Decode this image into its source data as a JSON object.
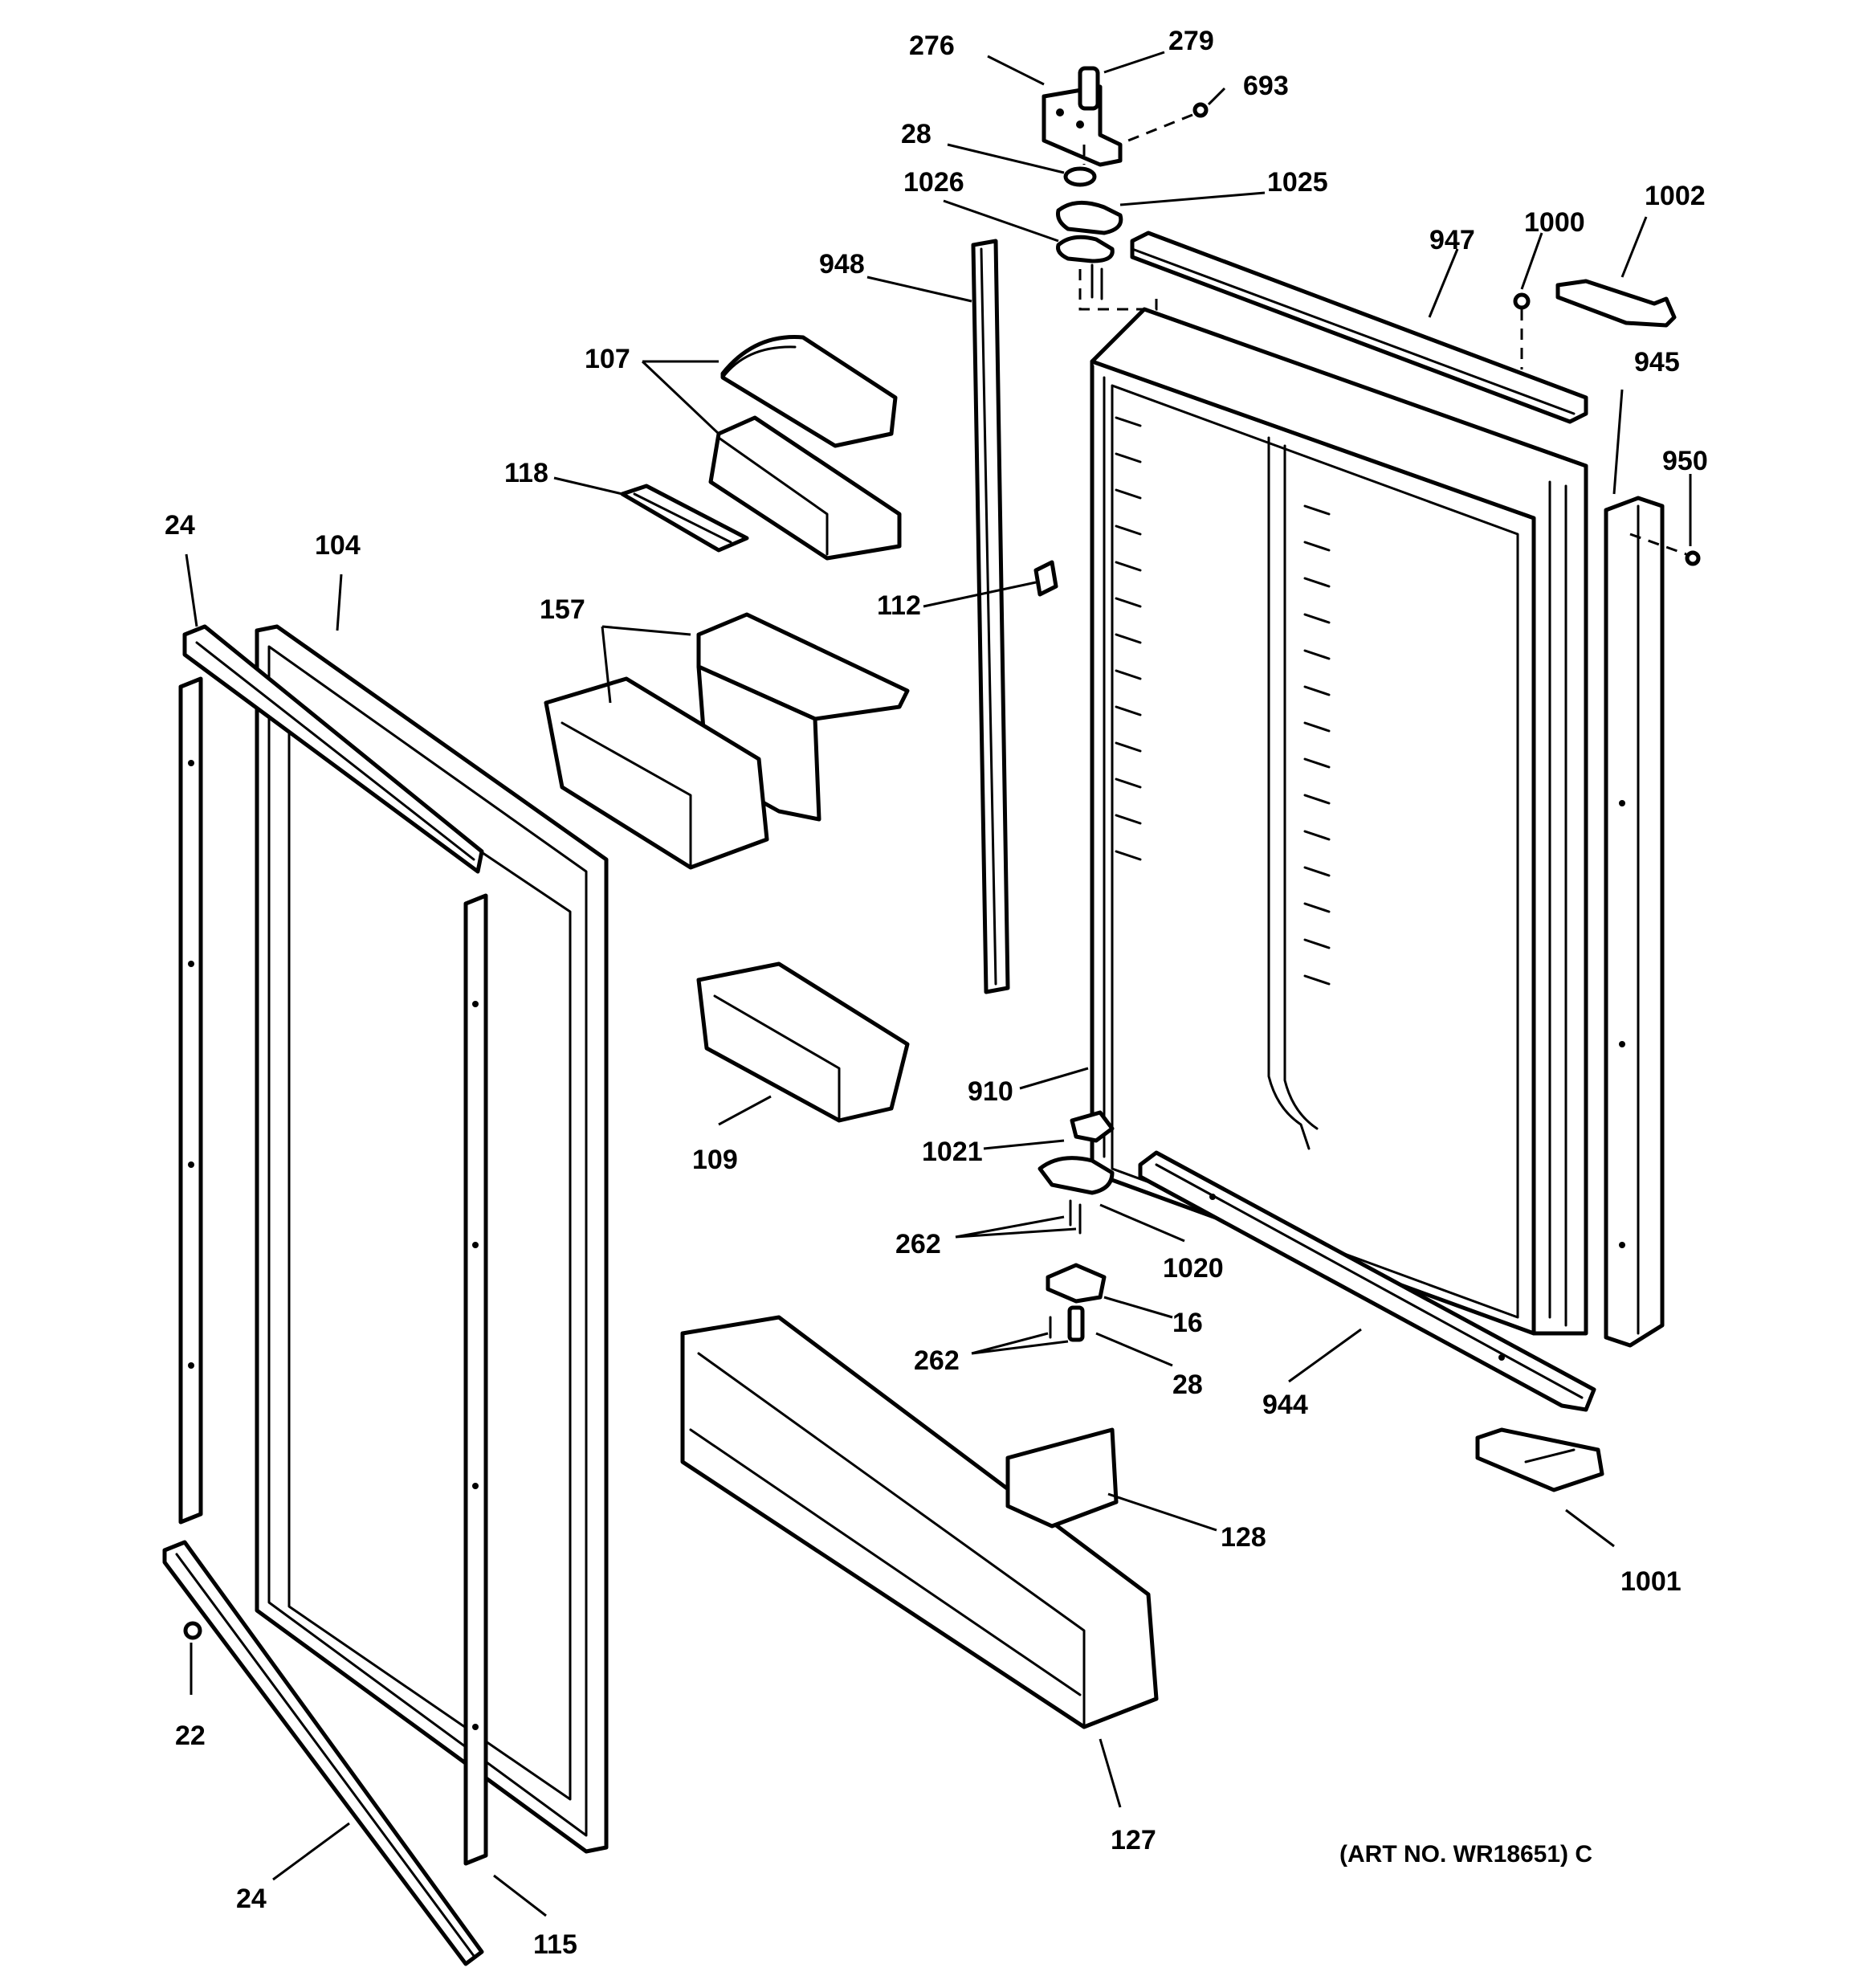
{
  "callouts": {
    "c276": "276",
    "c279": "279",
    "c693": "693",
    "c28a": "28",
    "c1026": "1026",
    "c1025": "1025",
    "c948": "948",
    "c947": "947",
    "c1000": "1000",
    "c1002": "1002",
    "c107": "107",
    "c945": "945",
    "c118": "118",
    "c950": "950",
    "c24a": "24",
    "c104": "104",
    "c112": "112",
    "c157": "157",
    "c910": "910",
    "c109": "109",
    "c1021": "1021",
    "c262a": "262",
    "c1020": "1020",
    "c16": "16",
    "c262b": "262",
    "c28b": "28",
    "c944": "944",
    "c128": "128",
    "c1001": "1001",
    "c22": "22",
    "c127": "127",
    "c24b": "24",
    "c115": "115"
  },
  "art_number": "(ART NO. WR18651) C"
}
